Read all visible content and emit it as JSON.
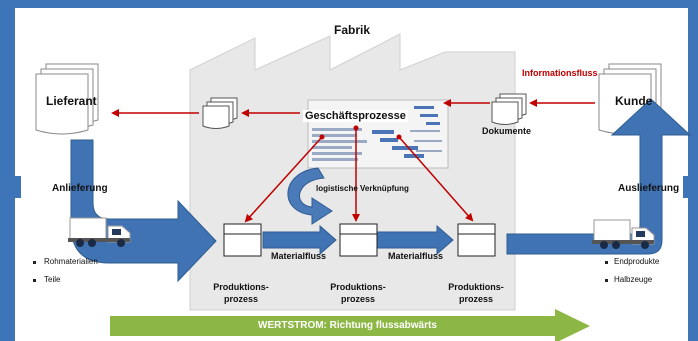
{
  "factory_title": "Fabrik",
  "supplier": "Lieferant",
  "customer": "Kunde",
  "business_processes": "Geschäftsprozesse",
  "information_flow": "Informationsfluss",
  "documents": "Dokumente",
  "logistic_link": "logistische Verknüpfung",
  "inbound": "Anlieferung",
  "outbound": "Auslieferung",
  "material_flow_1": "Materialfluss",
  "material_flow_2": "Materialfluss",
  "inputs": [
    "Rohmaterialien",
    "Teile"
  ],
  "outputs": [
    "Endprodukte",
    "Halbzeuge"
  ],
  "processes": [
    {
      "line1": "Produktions-",
      "line2": "prozess"
    },
    {
      "line1": "Produktions-",
      "line2": "prozess"
    },
    {
      "line1": "Produktions-",
      "line2": "prozess"
    }
  ],
  "value_stream": "WERTSTROM: Richtung flussabwärts",
  "colors": {
    "background": "#3d75b8",
    "panel": "#ffffff",
    "factory": "#e6e6e6",
    "arrow_blue": "#3f73b3",
    "info_red": "#c00000",
    "value_stream_green": "#8db744"
  }
}
